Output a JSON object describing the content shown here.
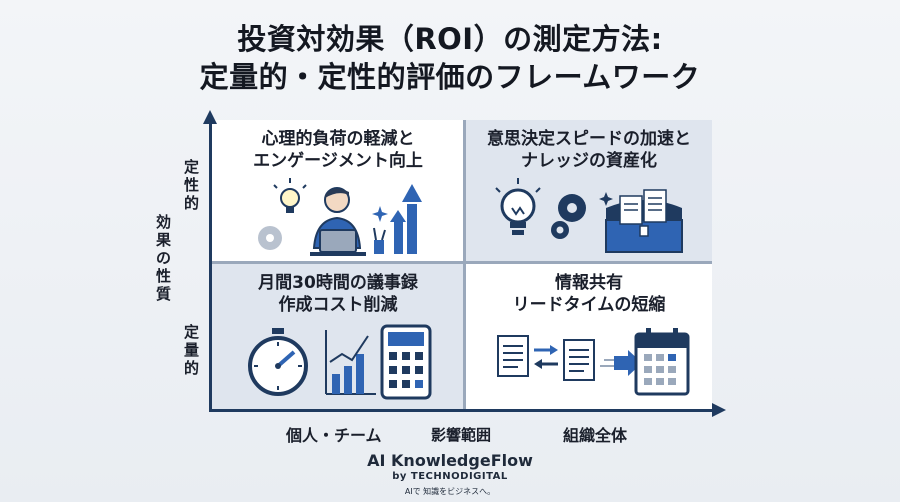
{
  "title": {
    "line1": "投資対効果（ROI）の測定方法:",
    "line2": "定量的・定性的評価のフレームワーク"
  },
  "y_axis": {
    "label_chars": [
      "効",
      "果",
      "の",
      "性",
      "質"
    ],
    "top_label_chars": [
      "定",
      "性",
      "的"
    ],
    "bottom_label_chars": [
      "定",
      "量",
      "的"
    ]
  },
  "x_axis": {
    "left_label": "個人・チーム",
    "center_label": "影響範囲",
    "right_label": "組織全体"
  },
  "quadrants": {
    "top_left": {
      "line1": "心理的負荷の軽減と",
      "line2": "エンゲージメント向上",
      "icon": "person-laptop-lightbulb-growth-icon"
    },
    "top_right": {
      "line1": "意思決定スピードの加速と",
      "line2": "ナレッジの資産化",
      "icon": "lightbulb-gears-treasure-chest-icon"
    },
    "bottom_left": {
      "line1": "月間30時間の議事録",
      "line2": "作成コスト削減",
      "icon": "stopwatch-chart-calculator-icon"
    },
    "bottom_right": {
      "line1": "情報共有",
      "line2": "リードタイムの短縮",
      "icon": "documents-exchange-calendar-icon"
    }
  },
  "brand": {
    "name": "AI KnowledgeFlow",
    "by": "by TECHNODIGITAL",
    "tagline": "AIで 知識をビジネスへ。"
  },
  "colors": {
    "axis": "#1f3a5f",
    "accent_blue": "#2f64b3",
    "quadrant_shaded": "#dfe5ee",
    "quadrant_light": "#ffffff"
  }
}
